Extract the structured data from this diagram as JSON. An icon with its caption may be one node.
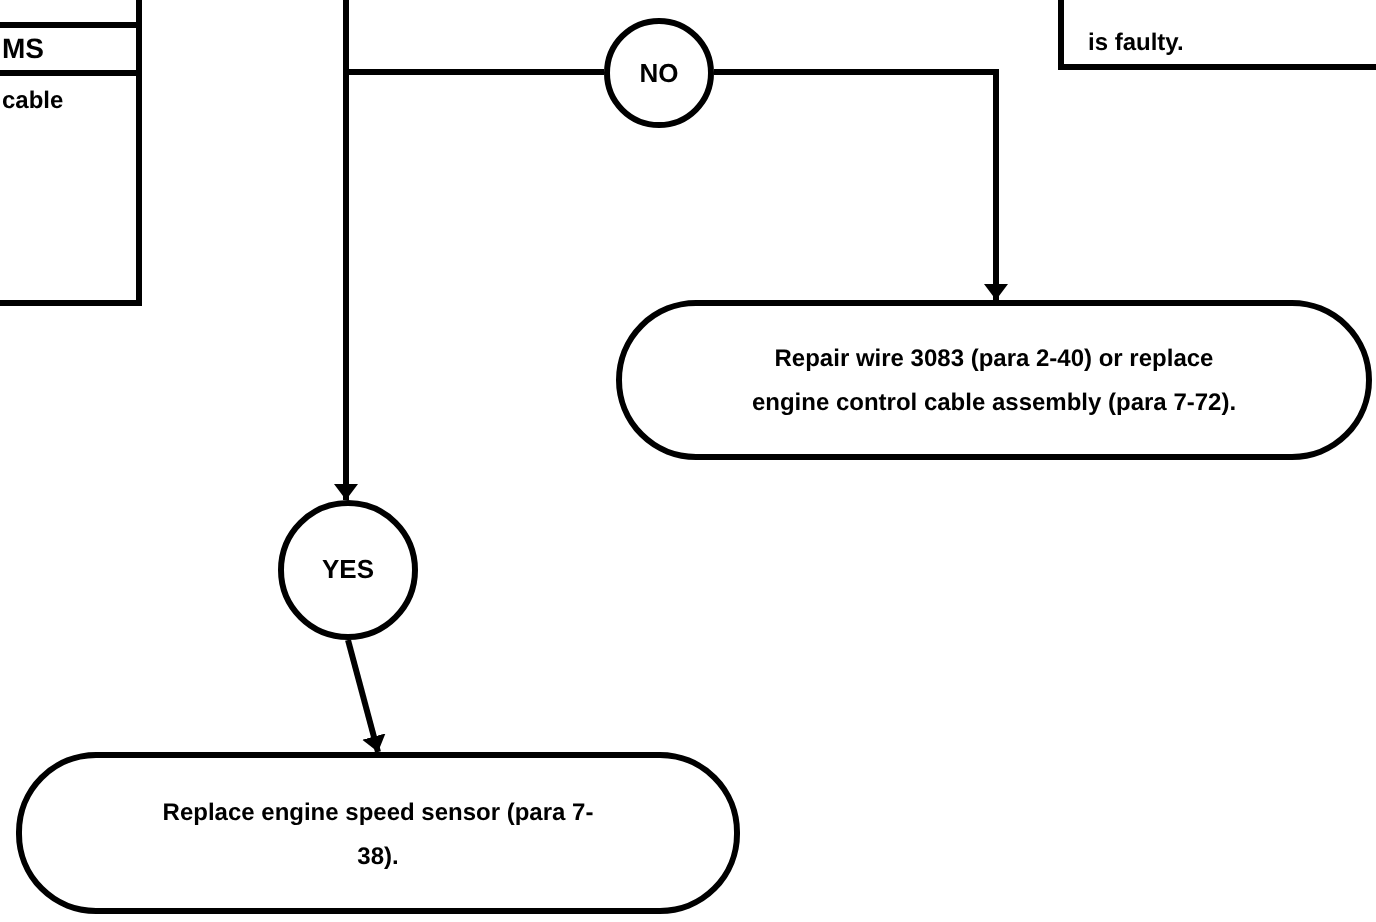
{
  "diagram": {
    "nodes": [
      {
        "text": [
          "MS",
          "cable"
        ]
      },
      {
        "text": [
          "is faulty."
        ]
      },
      {
        "text": [
          "NO"
        ]
      },
      {
        "text": [
          "Repair wire 3083 (para 2-40) or replace engine control cable assembly (para 7-72)."
        ]
      },
      {
        "text": [
          "YES"
        ]
      },
      {
        "text": [
          "Replace engine speed sensor (para 7-38)."
        ]
      }
    ],
    "edges": [
      {
        "from": null,
        "to": 2,
        "arrow": "none"
      },
      {
        "from": 2,
        "to": 3,
        "arrow": "to"
      },
      {
        "from": null,
        "to": 4,
        "arrow": "to"
      },
      {
        "from": 4,
        "to": 5,
        "arrow": "to"
      }
    ]
  }
}
